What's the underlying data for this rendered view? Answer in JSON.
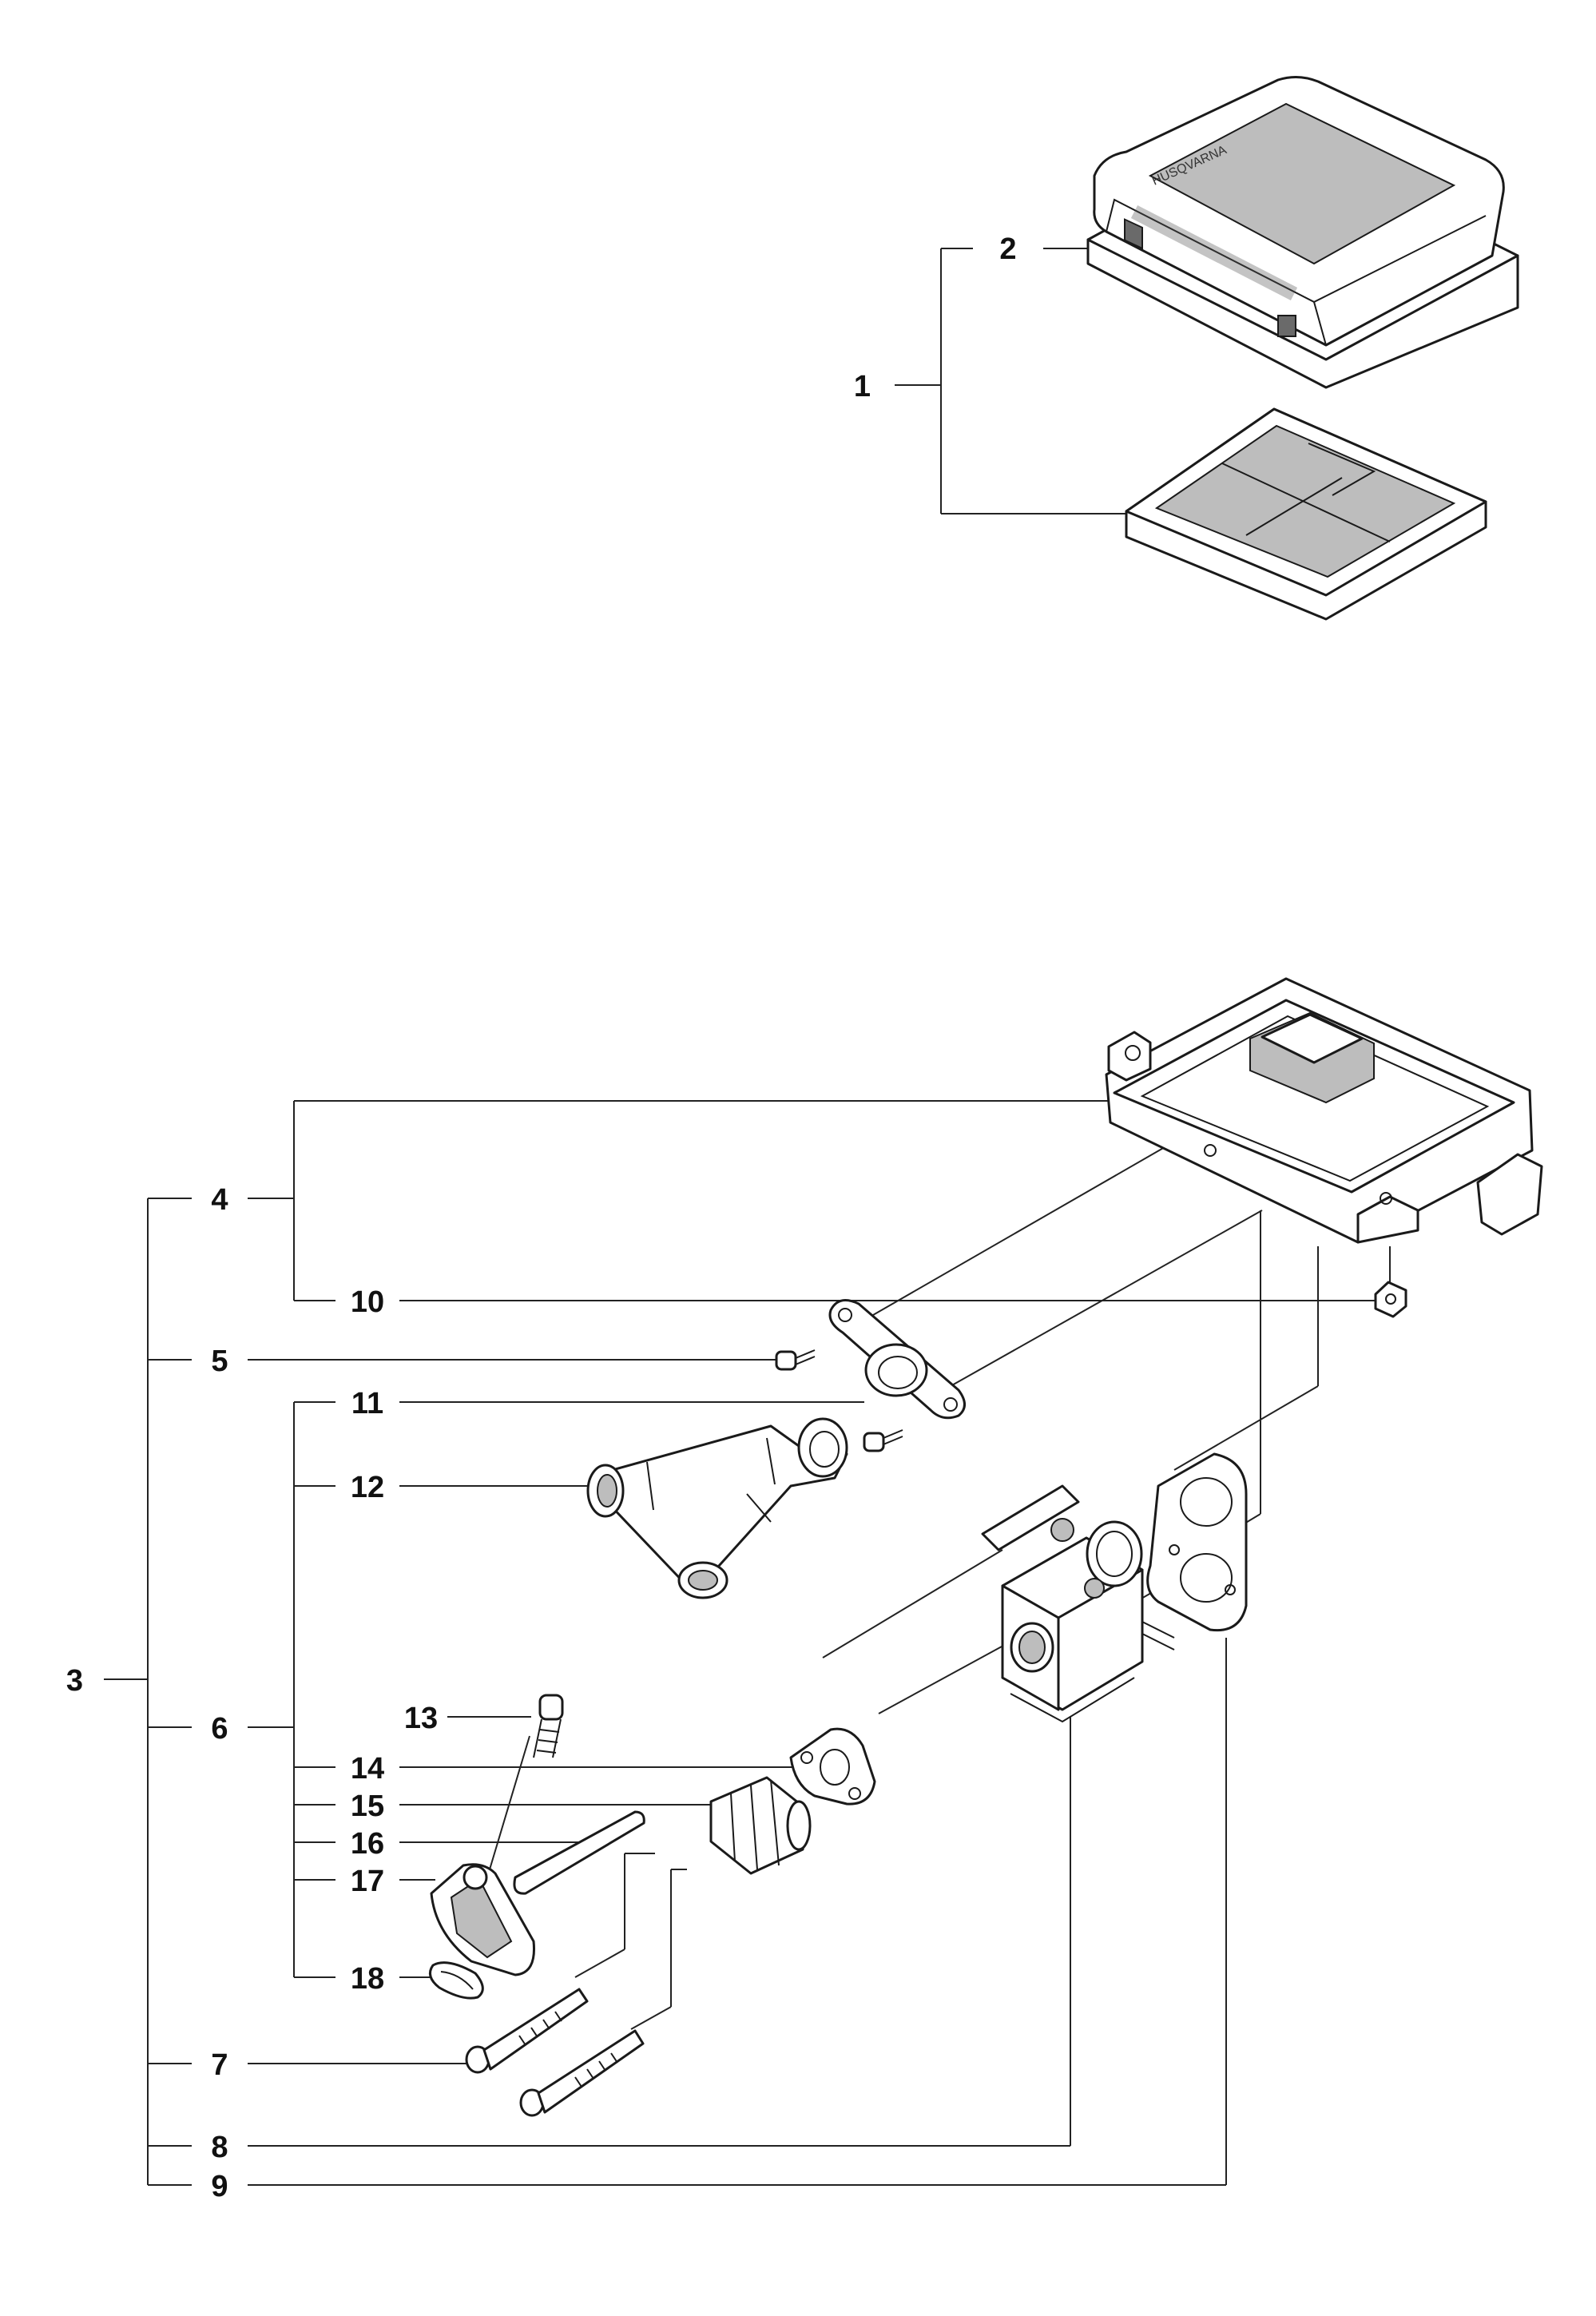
{
  "callouts": [
    {
      "id": "1",
      "text": "1"
    },
    {
      "id": "2",
      "text": "2"
    },
    {
      "id": "3",
      "text": "3"
    },
    {
      "id": "4",
      "text": "4"
    },
    {
      "id": "5",
      "text": "5"
    },
    {
      "id": "6",
      "text": "6"
    },
    {
      "id": "7",
      "text": "7"
    },
    {
      "id": "8",
      "text": "8"
    },
    {
      "id": "9",
      "text": "9"
    },
    {
      "id": "10",
      "text": "10"
    },
    {
      "id": "11",
      "text": "11"
    },
    {
      "id": "12",
      "text": "12"
    },
    {
      "id": "13",
      "text": "13"
    },
    {
      "id": "14",
      "text": "14"
    },
    {
      "id": "15",
      "text": "15"
    },
    {
      "id": "16",
      "text": "16"
    },
    {
      "id": "17",
      "text": "17"
    },
    {
      "id": "18",
      "text": "18"
    }
  ],
  "logo_text": "HUSQVARNA"
}
